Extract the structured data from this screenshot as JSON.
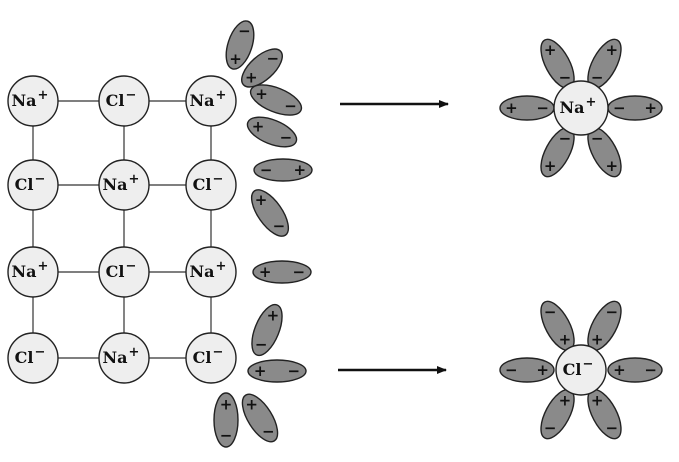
{
  "colors": {
    "ion_fill": "#eeeeee",
    "stroke": "#222222",
    "water_fill": "#8a8a8a",
    "bond": "#333333",
    "arrow": "#111111"
  },
  "lattice": {
    "rows": [
      [
        {
          "el": "Na",
          "ch": "+"
        },
        {
          "el": "Cl",
          "ch": "−"
        },
        {
          "el": "Na",
          "ch": "+"
        }
      ],
      [
        {
          "el": "Cl",
          "ch": "−"
        },
        {
          "el": "Na",
          "ch": "+"
        },
        {
          "el": "Cl",
          "ch": "−"
        }
      ],
      [
        {
          "el": "Na",
          "ch": "+"
        },
        {
          "el": "Cl",
          "ch": "−"
        },
        {
          "el": "Na",
          "ch": "+"
        }
      ],
      [
        {
          "el": "Cl",
          "ch": "−"
        },
        {
          "el": "Na",
          "ch": "+"
        },
        {
          "el": "Cl",
          "ch": "−"
        }
      ]
    ]
  },
  "water_sign_pos": "+",
  "water_sign_neg": "−",
  "hydrated": [
    {
      "name": "hydrated-sodium-ion",
      "el": "Na",
      "ch": "+"
    },
    {
      "name": "hydrated-chloride-ion",
      "el": "Cl",
      "ch": "−"
    }
  ]
}
